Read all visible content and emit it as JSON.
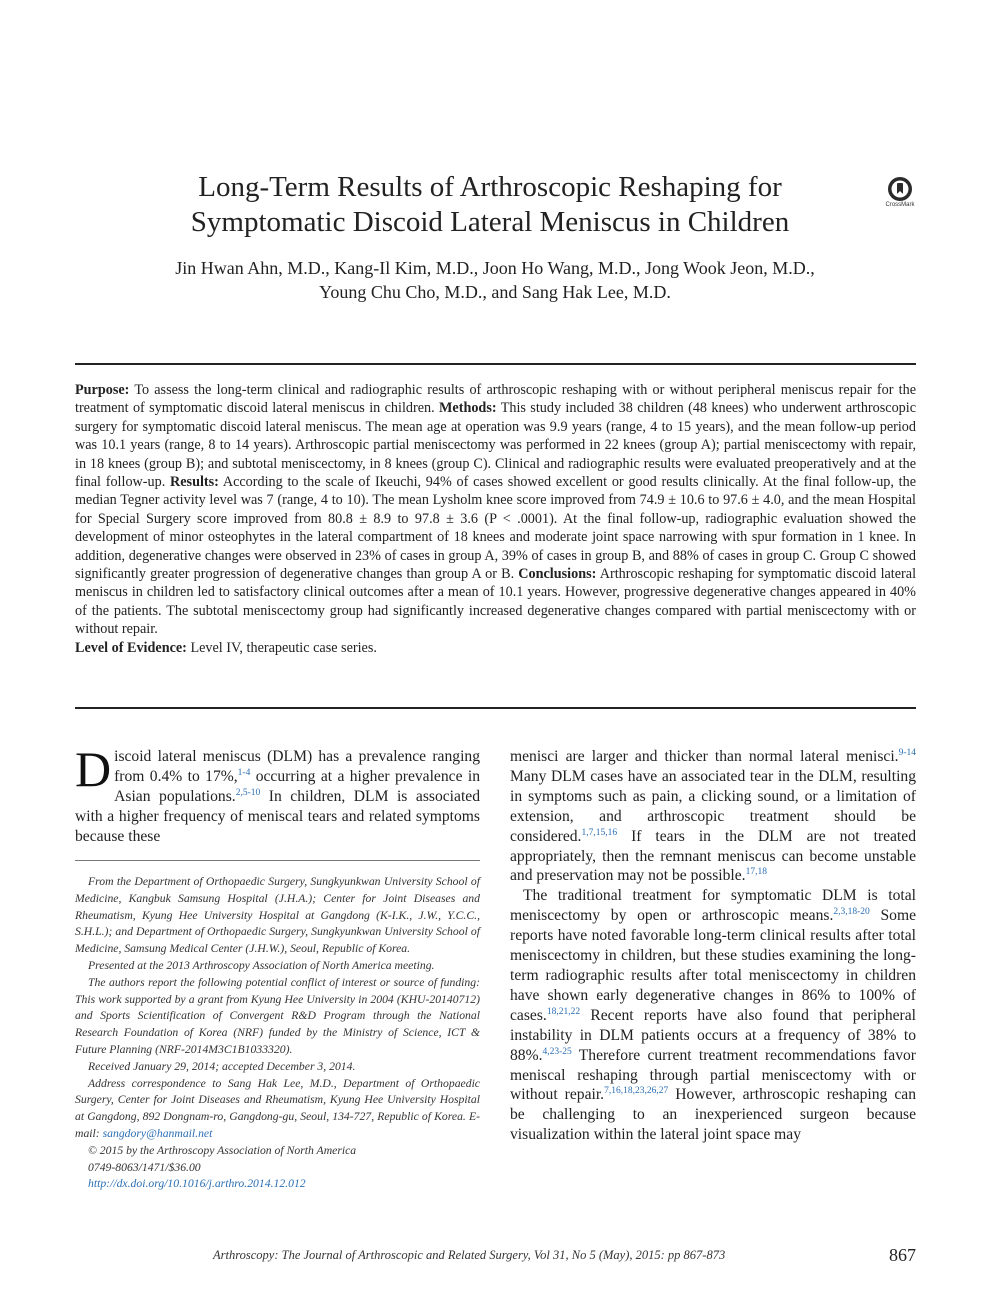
{
  "title": {
    "line1": "Long-Term Results of Arthroscopic Reshaping for",
    "line2": "Symptomatic Discoid Lateral Meniscus in Children"
  },
  "crossmark_label": "CrossMark",
  "authors": {
    "line1": "Jin Hwan Ahn, M.D., Kang-Il Kim, M.D., Joon Ho Wang, M.D., Jong Wook Jeon, M.D.,",
    "line2": "Young Chu Cho, M.D., and Sang Hak Lee, M.D."
  },
  "abstract": {
    "purpose_label": "Purpose:",
    "purpose": " To assess the long-term clinical and radiographic results of arthroscopic reshaping with or without peripheral meniscus repair for the treatment of symptomatic discoid lateral meniscus in children. ",
    "methods_label": "Methods:",
    "methods": " This study included 38 children (48 knees) who underwent arthroscopic surgery for symptomatic discoid lateral meniscus. The mean age at operation was 9.9 years (range, 4 to 15 years), and the mean follow-up period was 10.1 years (range, 8 to 14 years). Arthroscopic partial meniscectomy was performed in 22 knees (group A); partial meniscectomy with repair, in 18 knees (group B); and subtotal meniscectomy, in 8 knees (group C). Clinical and radiographic results were evaluated preoperatively and at the final follow-up. ",
    "results_label": "Results:",
    "results": " According to the scale of Ikeuchi, 94% of cases showed excellent or good results clinically. At the final follow-up, the median Tegner activity level was 7 (range, 4 to 10). The mean Lysholm knee score improved from 74.9 ± 10.6 to 97.6 ± 4.0, and the mean Hospital for Special Surgery score improved from 80.8 ± 8.9 to 97.8 ± 3.6 (P < .0001). At the final follow-up, radiographic evaluation showed the development of minor osteophytes in the lateral compartment of 18 knees and moderate joint space narrowing with spur formation in 1 knee. In addition, degenerative changes were observed in 23% of cases in group A, 39% of cases in group B, and 88% of cases in group C. Group C showed significantly greater progression of degenerative changes than group A or B. ",
    "conclusions_label": "Conclusions:",
    "conclusions": " Arthroscopic reshaping for symptomatic discoid lateral meniscus in children led to satisfactory clinical outcomes after a mean of 10.1 years. However, progressive degenerative changes appeared in 40% of the patients. The subtotal meniscectomy group had significantly increased degenerative changes compared with partial meniscectomy with or without repair.",
    "level_label": "Level of Evidence:",
    "level": " Level IV, therapeutic case series."
  },
  "body_left": {
    "dropcap": "D",
    "s1": "iscoid lateral meniscus (DLM) has a prevalence ranging from 0.4% to 17%,",
    "r1": "1-4",
    "s2": " occurring at a higher prevalence in Asian populations.",
    "r2": "2,5-10",
    "s3": " In children, DLM is associated with a higher frequency of meniscal tears and related symptoms because these"
  },
  "body_right": {
    "p1_s1": "menisci are larger and thicker than normal lateral menisci.",
    "p1_r1": "9-14",
    "p1_s2": " Many DLM cases have an associated tear in the DLM, resulting in symptoms such as pain, a clicking sound, or a limitation of extension, and arthroscopic treatment should be considered.",
    "p1_r2": "1,7,15,16",
    "p1_s3": " If tears in the DLM are not treated appropriately, then the remnant meniscus can become unstable and preservation may not be possible.",
    "p1_r3": "17,18",
    "p2_s1": "The traditional treatment for symptomatic DLM is total meniscectomy by open or arthroscopic means.",
    "p2_r1": "2,3,18-20",
    "p2_s2": " Some reports have noted favorable long-term clinical results after total meniscectomy in children, but these studies examining the long-term radiographic results after total meniscectomy in children have shown early degenerative changes in 86% to 100% of cases.",
    "p2_r2": "18,21,22",
    "p2_s3": " Recent reports have also found that peripheral instability in DLM patients occurs at a frequency of 38% to 88%.",
    "p2_r3": "4,23-25",
    "p2_s4": " Therefore current treatment recommendations favor meniscal reshaping through partial meniscectomy with or without repair.",
    "p2_r4": "7,16,18,23,26,27",
    "p2_s5": " However, arthroscopic reshaping can be challenging to an inexperienced surgeon because visualization within the lateral joint space may"
  },
  "footnotes": {
    "affiliation": "From the Department of Orthopaedic Surgery, Sungkyunkwan University School of Medicine, Kangbuk Samsung Hospital (J.H.A.); Center for Joint Diseases and Rheumatism, Kyung Hee University Hospital at Gangdong (K-I.K., J.W., Y.C.C., S.H.L.); and Department of Orthopaedic Surgery, Sungkyunkwan University School of Medicine, Samsung Medical Center (J.H.W.), Seoul, Republic of Korea.",
    "presented": "Presented at the 2013 Arthroscopy Association of North America meeting.",
    "conflict": "The authors report the following potential conflict of interest or source of funding: This work supported by a grant from Kyung Hee University in 2004 (KHU-20140712) and Sports Scientification of Convergent R&D Program through the National Research Foundation of Korea (NRF) funded by the Ministry of Science, ICT & Future Planning (NRF-2014M3C1B1033320).",
    "received": "Received January 29, 2014; accepted December 3, 2014.",
    "correspondence": "Address correspondence to Sang Hak Lee, M.D., Department of Orthopaedic Surgery, Center for Joint Diseases and Rheumatism, Kyung Hee University Hospital at Gangdong, 892 Dongnam-ro, Gangdong-gu, Seoul, 134-727, Republic of Korea. E-mail: ",
    "email": "sangdory@hanmail.net",
    "copyright": "© 2015 by the Arthroscopy Association of North America",
    "issn": "0749-8063/1471/$36.00",
    "doi": "http://dx.doi.org/10.1016/j.arthro.2014.12.012"
  },
  "footer": {
    "journal": "Arthroscopy: The Journal of Arthroscopic and Related Surgery, Vol 31, No 5 (May), 2015: pp 867-873",
    "page": "867"
  }
}
